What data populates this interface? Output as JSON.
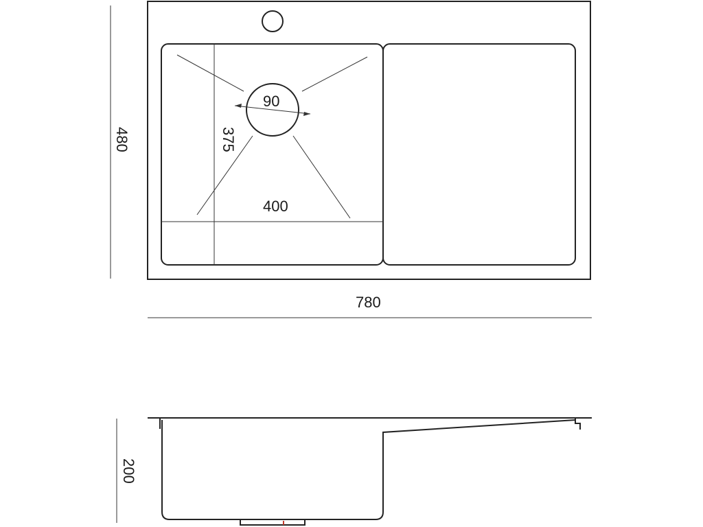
{
  "top_view": {
    "overall_width": "780",
    "overall_depth": "480",
    "bowl_width": "400",
    "bowl_depth": "375",
    "drain_diameter": "90"
  },
  "side_view": {
    "height": "200"
  }
}
